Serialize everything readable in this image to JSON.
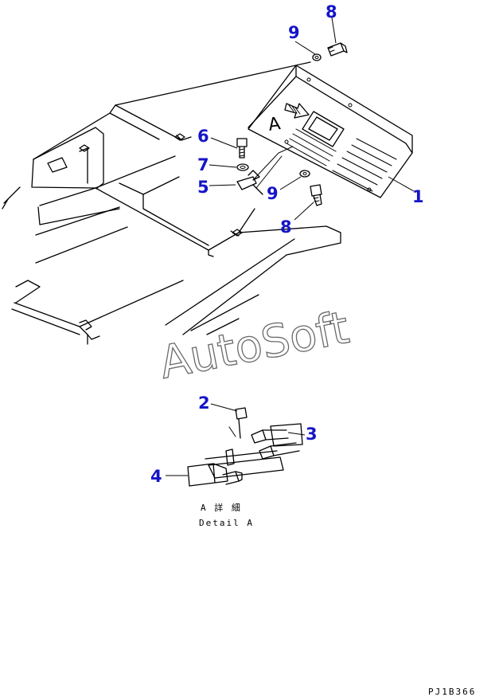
{
  "callouts": {
    "c1": "1",
    "c2": "2",
    "c3": "3",
    "c4": "4",
    "c5": "5",
    "c6": "6",
    "c7": "7",
    "c8_top": "8",
    "c8_mid": "8",
    "c9_top": "9",
    "c9_mid": "9"
  },
  "view_marker": "A",
  "detail_caption_jp": "A  詳  細",
  "detail_caption_en": "Detail A",
  "watermark": "AutoSoft",
  "drawing_code": "PJ1B366",
  "colors": {
    "callout": "#1515c8",
    "line": "#000000",
    "watermark_outline": "#6a6a6a"
  }
}
